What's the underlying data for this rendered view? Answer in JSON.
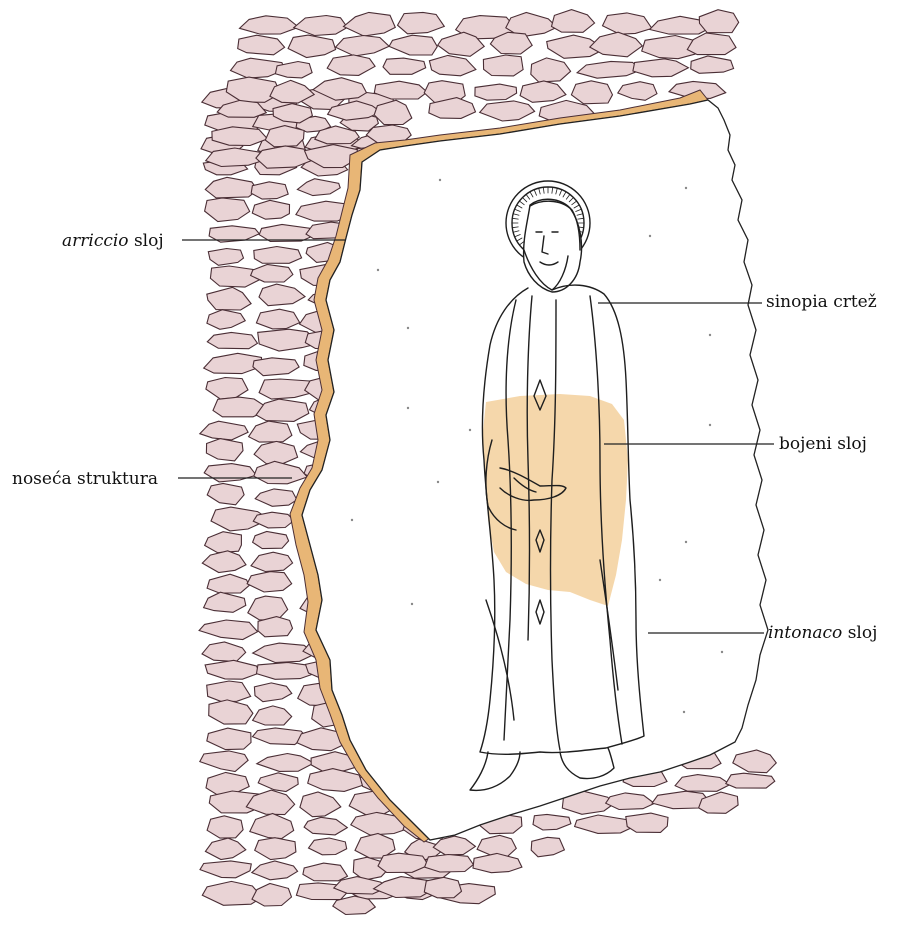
{
  "labels": {
    "arriccio": {
      "term": "arriccio",
      "suffix": " sloj"
    },
    "noseca": "noseća struktura",
    "sinopia": "sinopia crtež",
    "bojeni": "bojeni sloj",
    "intonaco": {
      "term": "intonaco",
      "suffix": " sloj"
    }
  },
  "colors": {
    "stone_fill": "#e9d3d5",
    "stone_stroke": "#4a2e35",
    "arriccio_layer": "#e8b676",
    "paint_layer": "#f2c98f",
    "intonaco": "#ffffff",
    "leader": "#222222"
  }
}
